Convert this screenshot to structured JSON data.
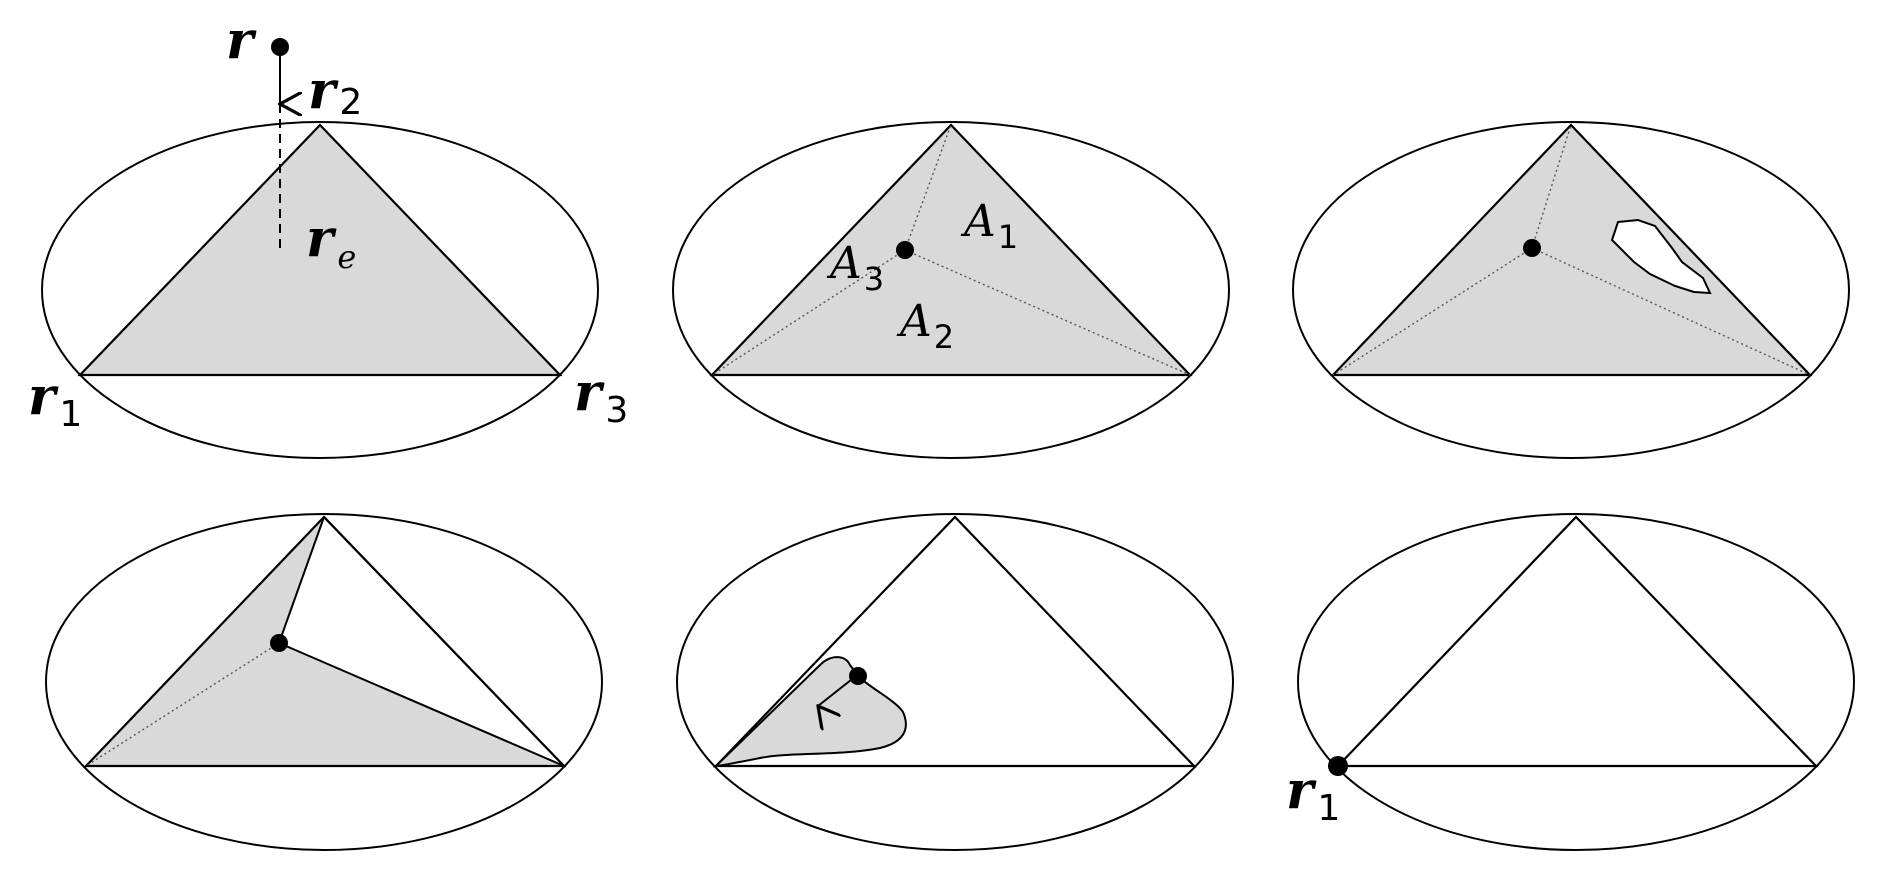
{
  "panels": [
    {
      "id": "panel-1",
      "labels": {
        "r": "r",
        "r2": "r",
        "r2_sub": "2",
        "re": "r",
        "re_sub": "e",
        "r1": "r",
        "r1_sub": "1",
        "r3": "r",
        "r3_sub": "3"
      }
    },
    {
      "id": "panel-2",
      "labels": {
        "A1": "A",
        "A1_sub": "1",
        "A2": "A",
        "A2_sub": "2",
        "A3": "A",
        "A3_sub": "3"
      }
    },
    {
      "id": "panel-3"
    },
    {
      "id": "panel-4"
    },
    {
      "id": "panel-5"
    },
    {
      "id": "panel-6",
      "labels": {
        "r1": "r",
        "r1_sub": "1"
      }
    }
  ]
}
